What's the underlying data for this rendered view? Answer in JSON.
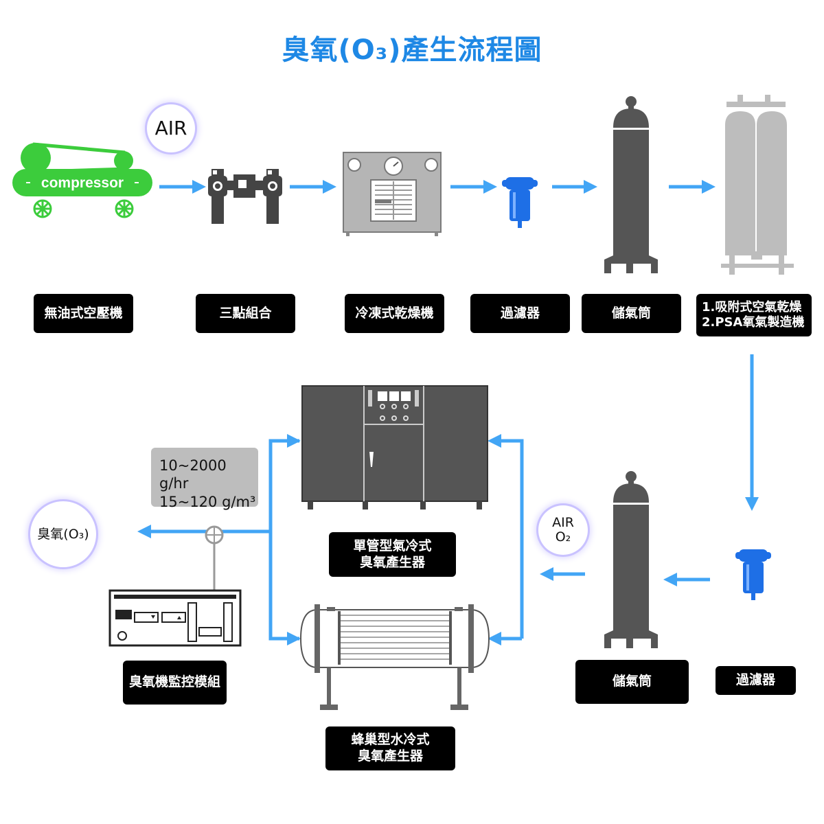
{
  "title": "臭氧(O₃)產生流程圖",
  "bubbles": {
    "air_top": "AIR",
    "air_mid_line1": "AIR",
    "air_mid_line2": "O₂",
    "ozone_out": "臭氧(O₃)"
  },
  "compressor_text": "compressor",
  "labels": {
    "oil_free_compressor": "無油式空壓機",
    "three_point_combo": "三點組合",
    "refrigerated_dryer": "冷凍式乾燥機",
    "filter_top": "過濾器",
    "tank_top": "儲氣筒",
    "psa_line1": "1.吸附式空氣乾燥",
    "psa_line2": "2.PSA氧氣製造機",
    "single_tube_line1": "單管型氣冷式",
    "single_tube_line2": "臭氧產生器",
    "honeycomb_line1": "蜂巢型水冷式",
    "honeycomb_line2": "臭氧產生器",
    "monitor_module": "臭氧機監控模組",
    "tank_bottom": "儲氣筒",
    "filter_bottom": "過濾器"
  },
  "spec": {
    "line1": "10~2000 g/hr",
    "line2": "15~120   g/m³"
  },
  "colors": {
    "title": "#1e88e5",
    "arrow": "#42a5f5",
    "compressor": "#3ccc3c",
    "filter": "#1e6fe6",
    "equipment_dark": "#555555",
    "psa_gray": "#bdbdbd"
  }
}
